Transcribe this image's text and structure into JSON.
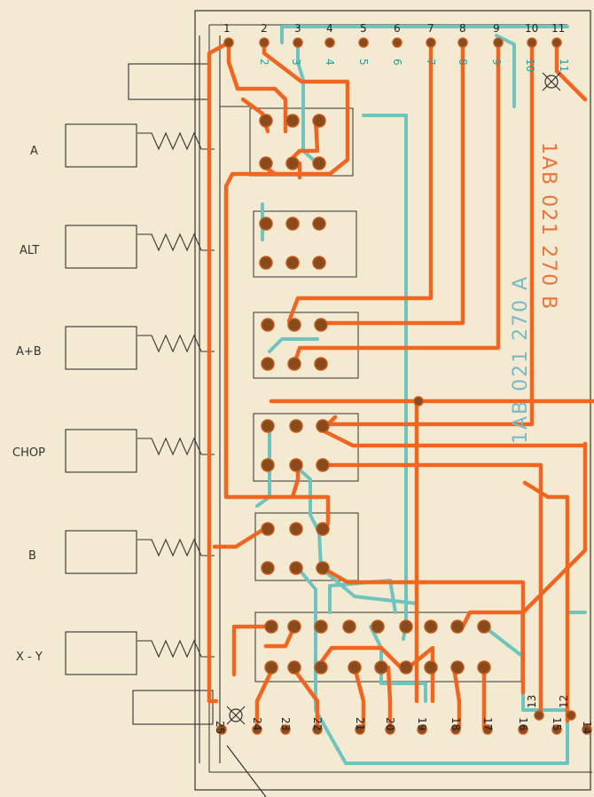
{
  "switch_labels": [
    "A",
    "ALT",
    "A+B",
    "CHOP",
    "B",
    "X - Y"
  ],
  "top_pins": [
    "1",
    "2",
    "3",
    "4",
    "5",
    "6",
    "7",
    "8",
    "9",
    "10",
    "11"
  ],
  "top_pins_teal": [
    "2",
    "3",
    "4",
    "5",
    "6",
    "7",
    "8",
    "9",
    "10",
    "11"
  ],
  "bottom_pins": [
    "24",
    "23",
    "22",
    "21",
    "20",
    "19",
    "18",
    "17",
    "16",
    "15"
  ],
  "side_pins": [
    "13",
    "12"
  ],
  "corner_pins": [
    "25",
    "14"
  ],
  "board_text_orange": "1AB 021 270 B",
  "board_text_teal": "1AB 021 270 A",
  "colors": {
    "background": "#f4ead2",
    "trace_orange": "#f0651f",
    "trace_teal": "#6fc4bd",
    "pad": "#8a4b1c",
    "outline": "#2a2a2a"
  }
}
